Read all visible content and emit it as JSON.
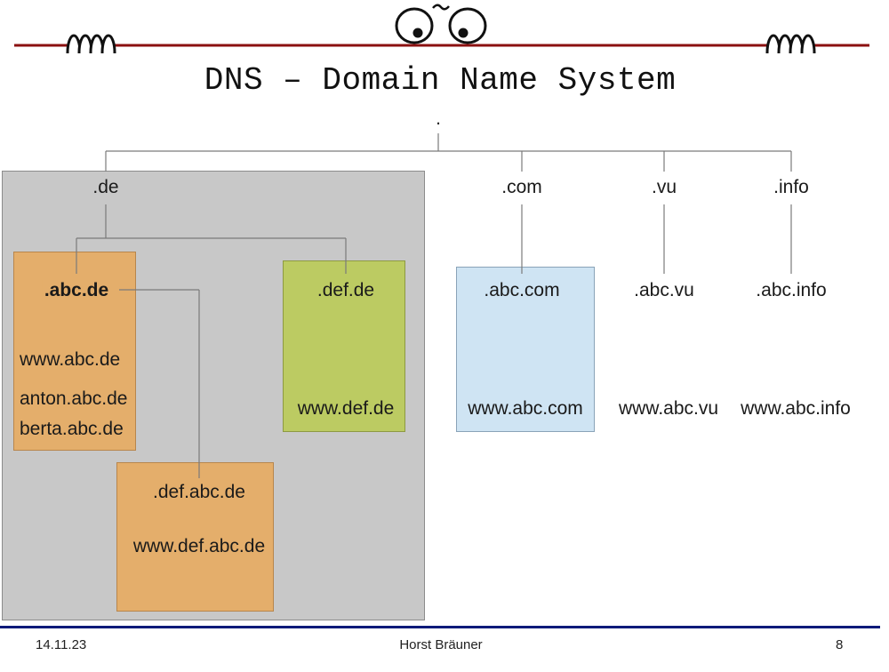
{
  "slide": {
    "title": "DNS – Domain Name System",
    "footer": {
      "date": "14.11.23",
      "author": "Horst Bräuner",
      "page": "8"
    }
  },
  "tree": {
    "root": ".",
    "tlds": [
      ".de",
      ".com",
      ".vu",
      ".info"
    ],
    "de_zone": {
      "abc": {
        "domain": ".abc.de",
        "hosts": [
          "www.abc.de",
          "anton.abc.de",
          "berta.abc.de"
        ]
      },
      "def": {
        "domain": ".def.de",
        "hosts": [
          "www.def.de"
        ]
      },
      "def_abc": {
        "domain": ".def.abc.de",
        "hosts": [
          "www.def.abc.de"
        ]
      }
    },
    "com_zone": {
      "domain": ".abc.com",
      "hosts": [
        "www.abc.com"
      ]
    },
    "vu_zone": {
      "domain": ".abc.vu",
      "hosts": [
        "www.abc.vu"
      ]
    },
    "info_zone": {
      "domain": ".abc.info",
      "hosts": [
        "www.abc.info"
      ]
    }
  },
  "colors": {
    "header_line": "#8b1010",
    "footer_line": "#0b1a7a",
    "zone_gray": "#c8c8c8",
    "orange": "#e4ae6b",
    "green": "#bccb62",
    "light_blue": "#cfe4f3"
  },
  "icons": [
    "coil-left-icon",
    "eyes-icon",
    "coil-right-icon"
  ]
}
